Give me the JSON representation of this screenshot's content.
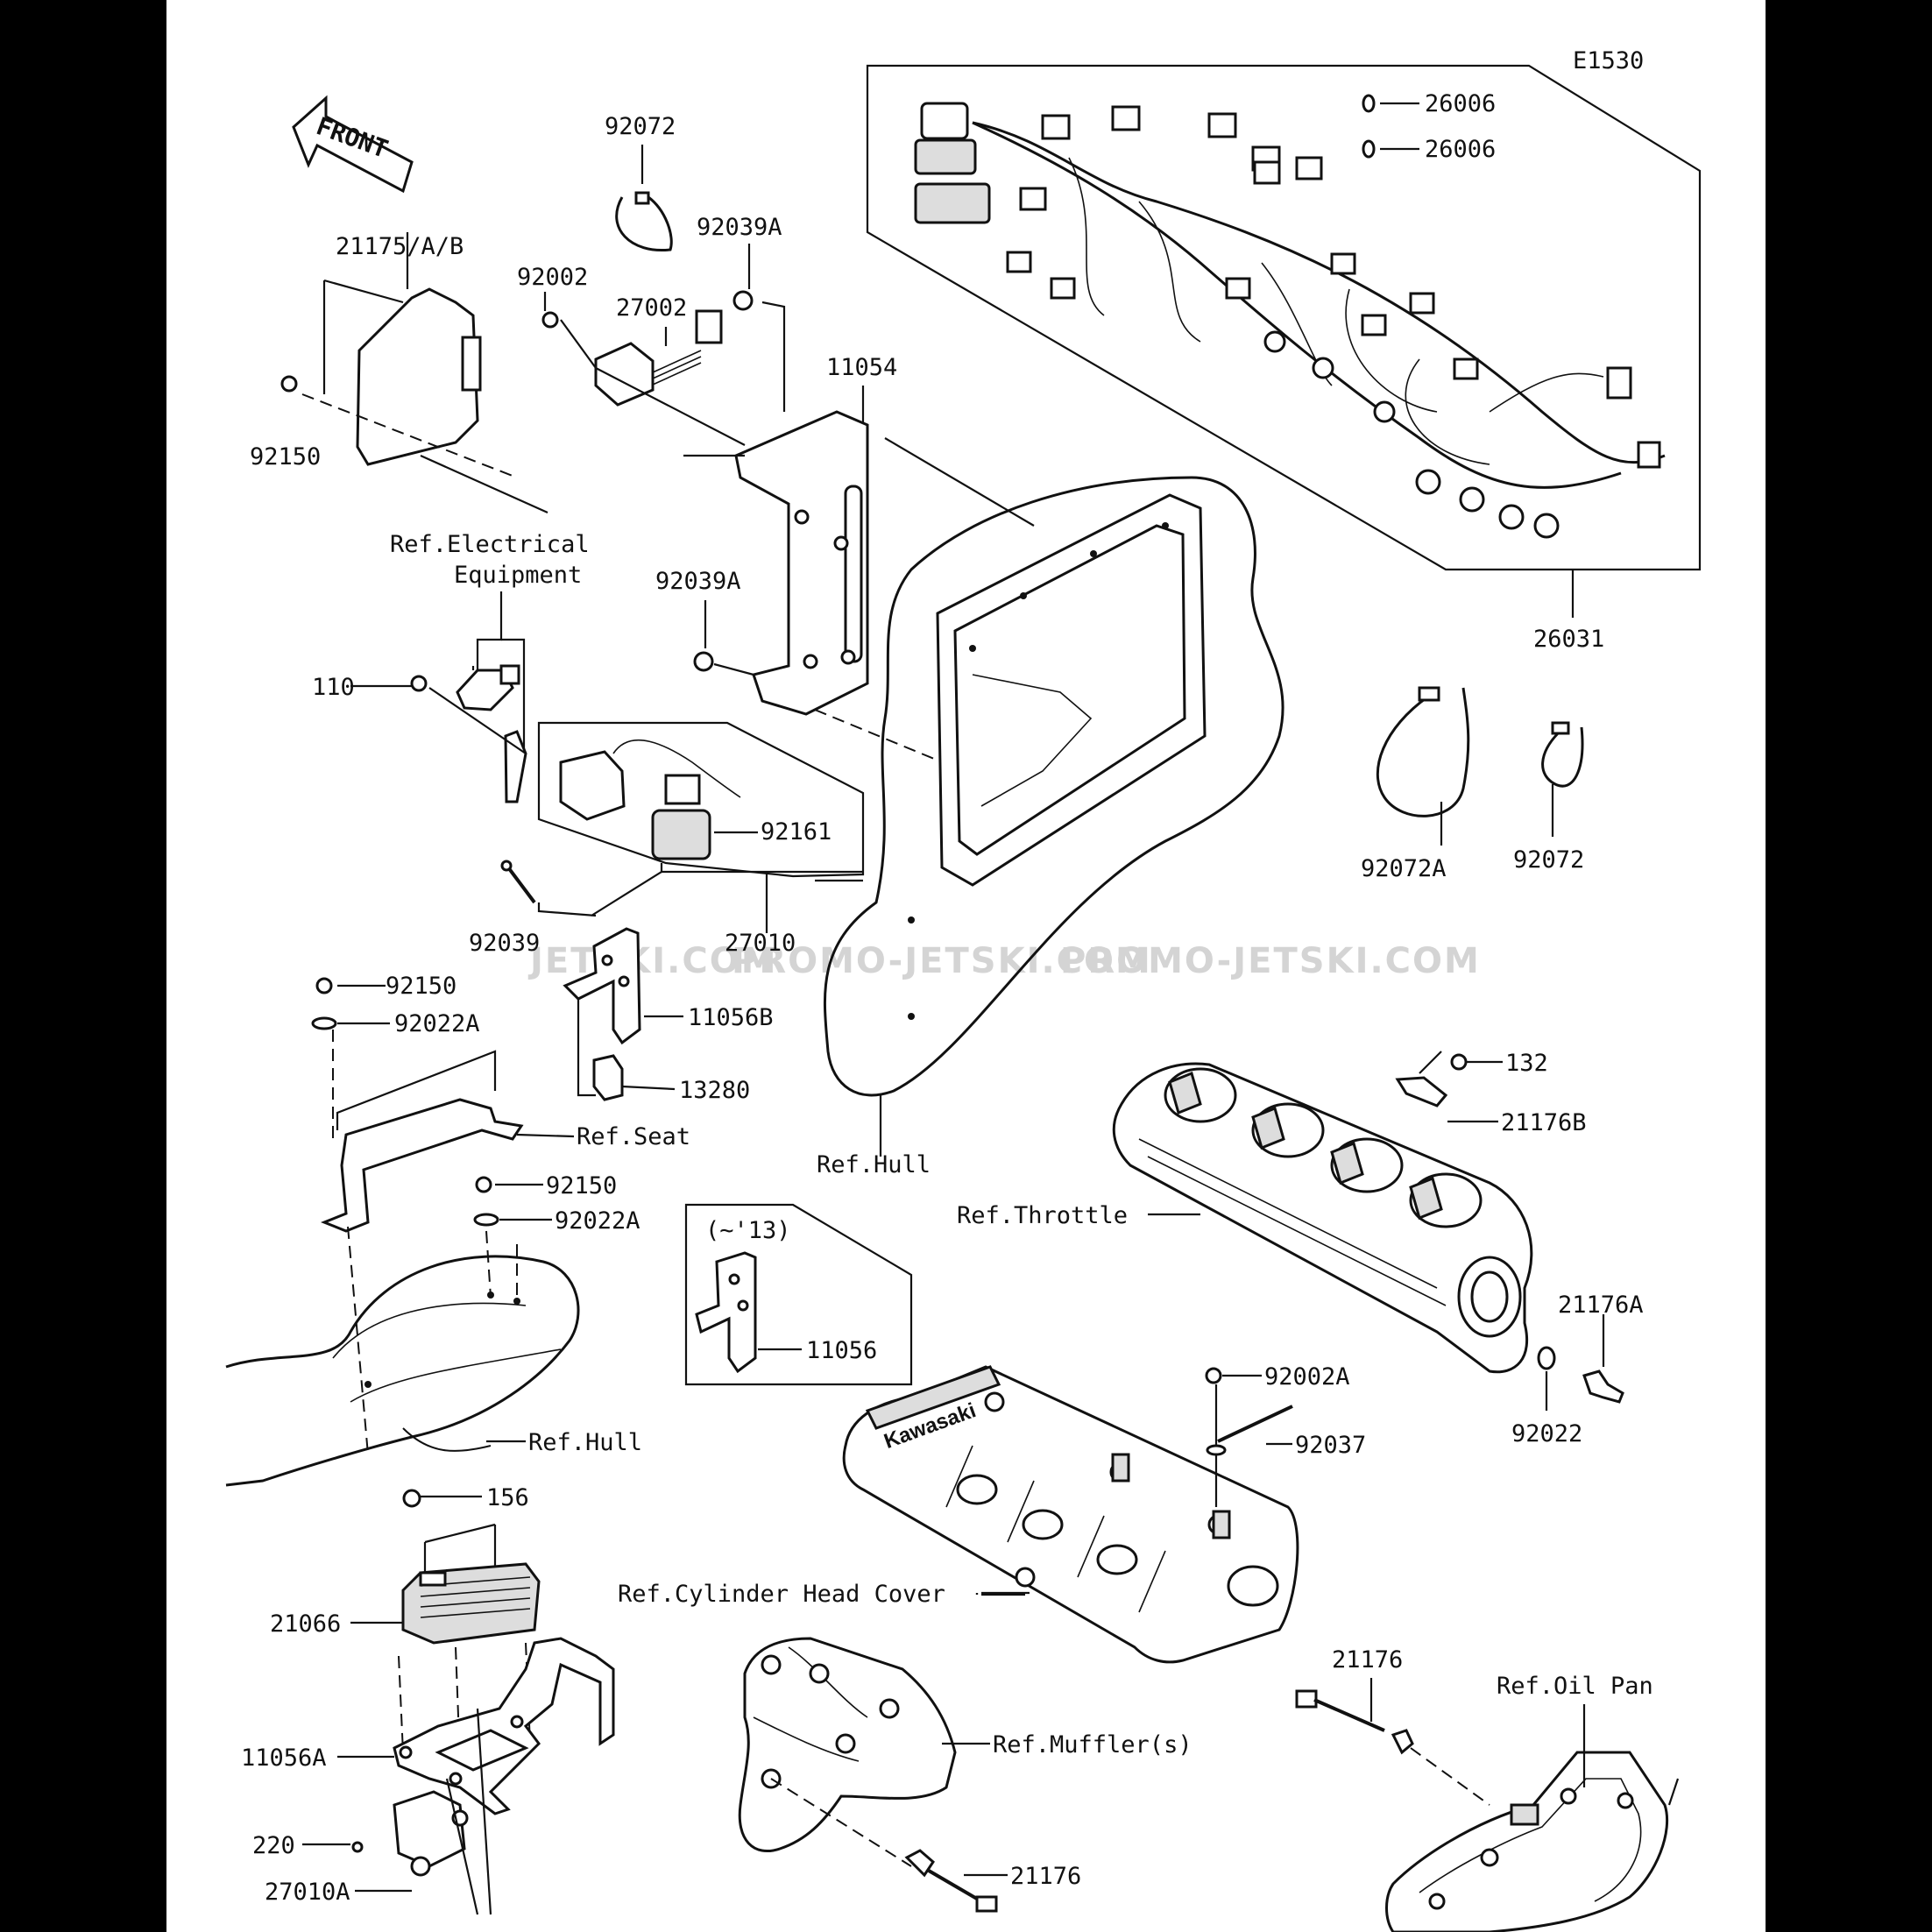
{
  "diagram_code": "E1530",
  "front_arrow": "FRONT",
  "watermark": [
    "JETSKI.COM",
    "PROMO-JETSKI.COM",
    "PROMO-JETSKI.COM"
  ],
  "variant_note": "(~'13)",
  "parts": [
    "92072",
    "92039A",
    "92002",
    "27002",
    "11054",
    "21175/A/B",
    "92150",
    "26006",
    "26006",
    "26031",
    "92039A",
    "110",
    "92161",
    "92039",
    "27010",
    "92072A",
    "92072",
    "92150",
    "92022A",
    "11056B",
    "13280",
    "132",
    "21176B",
    "92150",
    "92022A",
    "11056",
    "21176A",
    "92002A",
    "92037",
    "92022",
    "156",
    "21066",
    "11056A",
    "21176",
    "220",
    "27010A",
    "21176"
  ],
  "references": [
    "Ref.Electrical\nEquipment",
    "Ref.Seat",
    "Ref.Hull",
    "Ref.Throttle",
    "Ref.Hull",
    "Ref.Cylinder Head Cover",
    "Ref.Muffler(s)",
    "Ref.Oil Pan"
  ]
}
